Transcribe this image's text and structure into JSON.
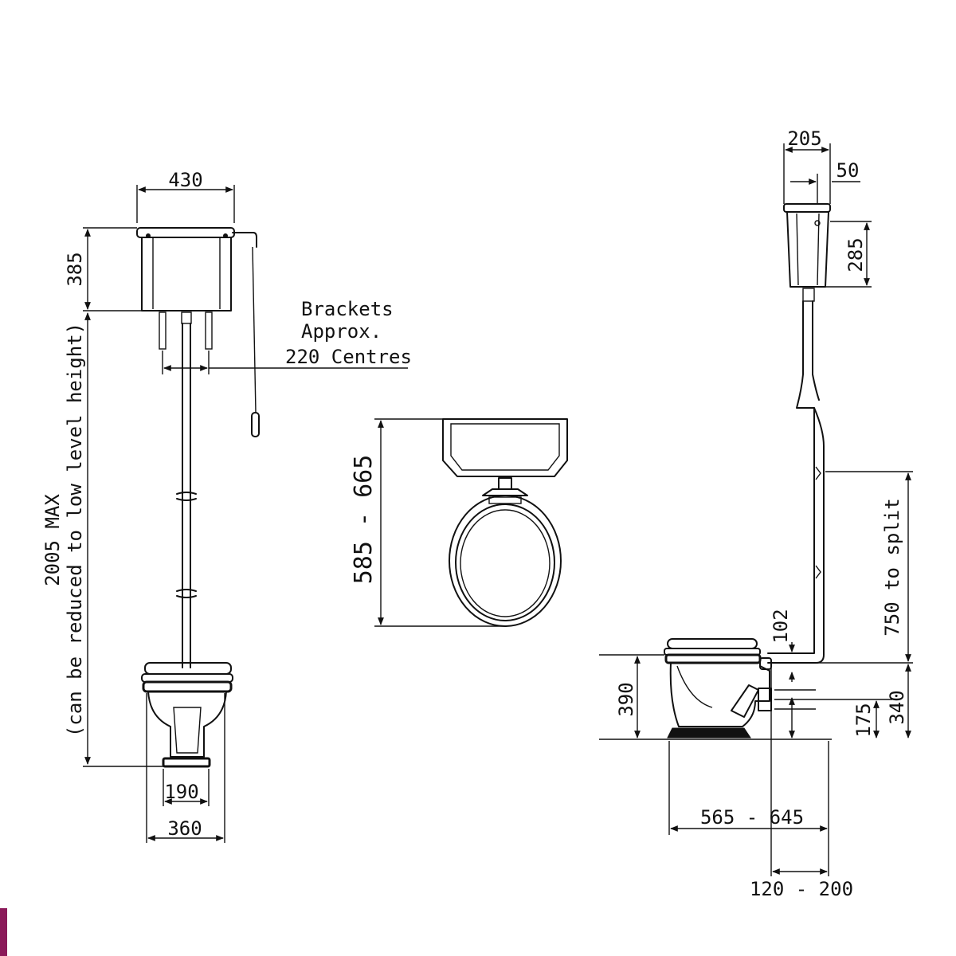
{
  "front_view": {
    "cistern_width": "430",
    "cistern_height": "385",
    "overall_height": "2005 MAX",
    "overall_height_note": "(can be reduced to low level height)",
    "pan_base_width": "190",
    "pan_width": "360",
    "brackets_note": [
      "Brackets",
      "Approx.",
      "220 Centres"
    ]
  },
  "plan_view": {
    "projection": "585 - 665"
  },
  "side_view": {
    "cistern_depth": "205",
    "wall_offset": "50",
    "cistern_height": "285",
    "split_height": "750 to split",
    "outlet_gap": "102",
    "pan_height": "390",
    "outlet_height": "175",
    "inlet_height": "340",
    "projection": "565 - 645",
    "outlet_setback": "120 - 200"
  },
  "colors": {
    "line": "#111111",
    "accent": "#8b1a5a"
  }
}
